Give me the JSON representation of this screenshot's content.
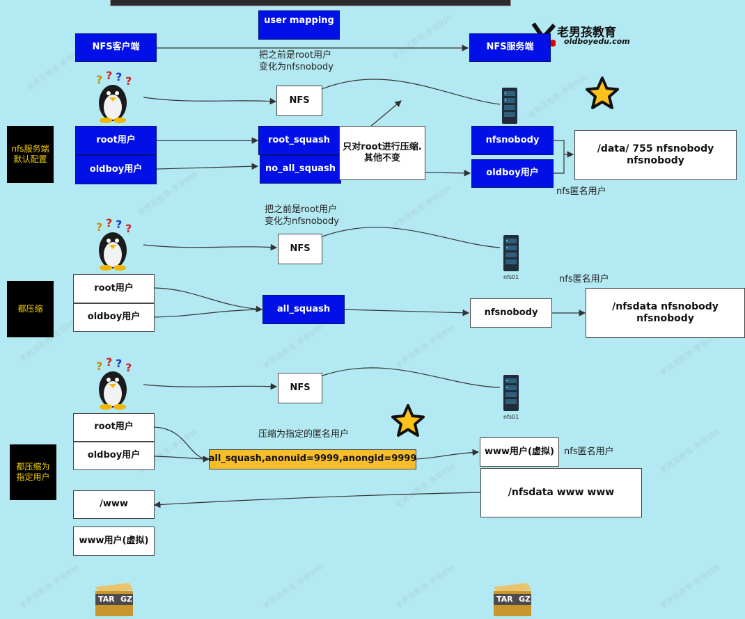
{
  "logo": {
    "text_main": "老男孩教育",
    "text_sub": "oldboyedu.com"
  },
  "section1": {
    "user_mapping": "user mapping",
    "client": "NFS客户端",
    "server": "NFS服务端",
    "mapping_note": [
      "把之前是root用户",
      "变化为nfsnobody"
    ],
    "nfs": "NFS",
    "side_label": [
      "nfs服务端",
      "默认配置"
    ],
    "root_user": "root用户",
    "oldboy_user": "oldboy用户",
    "root_squash": "root_squash",
    "no_all_squash": "no_all_squash",
    "explain": [
      "只对root进行压缩.",
      "其他不变"
    ],
    "nfsnobody": "nfsnobody",
    "oldboy_server_user": "oldboy用户",
    "data_dir": "/data/ 755  nfsnobody nfsnobody",
    "anon_note": "nfs匿名用户"
  },
  "section2": {
    "mapping_note": [
      "把之前是root用户",
      "变化为nfsnobody"
    ],
    "nfs": "NFS",
    "server_name": "nfs01",
    "side_label": "都压缩",
    "root_user": "root用户",
    "oldboy_user": "oldboy用户",
    "all_squash": "all_squash",
    "nfsnobody": "nfsnobody",
    "anon_note": "nfs匿名用户",
    "data_dir": "/nfsdata  nfsnobody nfsnobody"
  },
  "section3": {
    "nfs": "NFS",
    "server_name": "nfs01",
    "side_label": [
      "都压缩为",
      "指定用户"
    ],
    "root_user": "root用户",
    "oldboy_user": "oldboy用户",
    "compress_note": "压缩为指定的匿名用户",
    "option": "all_squash,anonuid=9999,anongid=9999",
    "www_user": "www用户(虚拟)",
    "anon_note": "nfs匿名用户",
    "data_dir": "/nfsdata  www www",
    "www_dir": "/www",
    "www_local_user": "www用户(虚拟)"
  },
  "archive": {
    "label_left": "TAR",
    "label_right": "GZ"
  },
  "watermark": "老男孩教育-李导996",
  "colors": {
    "background": "#b3e9f2",
    "blue": "#0010e6",
    "orange": "#f7bd2b",
    "star": "#ffc21a"
  }
}
